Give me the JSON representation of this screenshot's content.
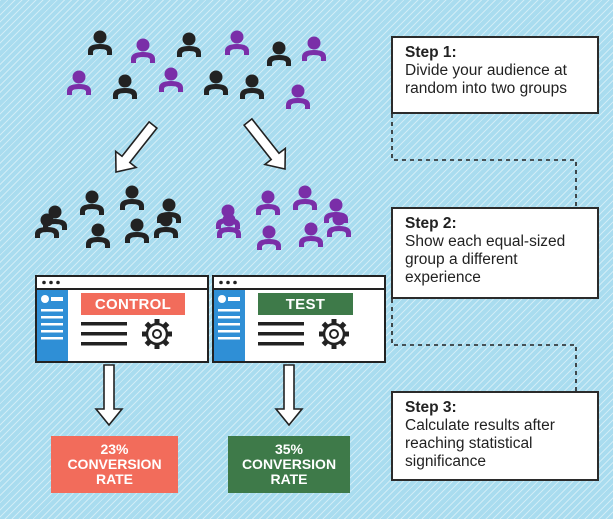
{
  "steps": [
    {
      "title": "Step 1:",
      "text": "Divide your audience at random into two groups"
    },
    {
      "title": "Step 2:",
      "text": "Show each equal-sized group a different experience"
    },
    {
      "title": "Step 3:",
      "text": "Calculate results after reaching statistical significance"
    }
  ],
  "control": {
    "label": "CONTROL",
    "rate": "23%",
    "line2": "CONVERSION",
    "line3": "RATE"
  },
  "test": {
    "label": "TEST",
    "rate": "35%",
    "line2": "CONVERSION",
    "line3": "RATE"
  },
  "colors": {
    "background": "#a9dcef",
    "black_person": "#222222",
    "purple_person": "#7a2ea8",
    "control": "#f26c5b",
    "test": "#3e7a49",
    "sidebar": "#2f8fd6"
  },
  "icons": [
    "person-icon",
    "arrow-icon",
    "gear-icon",
    "browser-window"
  ]
}
